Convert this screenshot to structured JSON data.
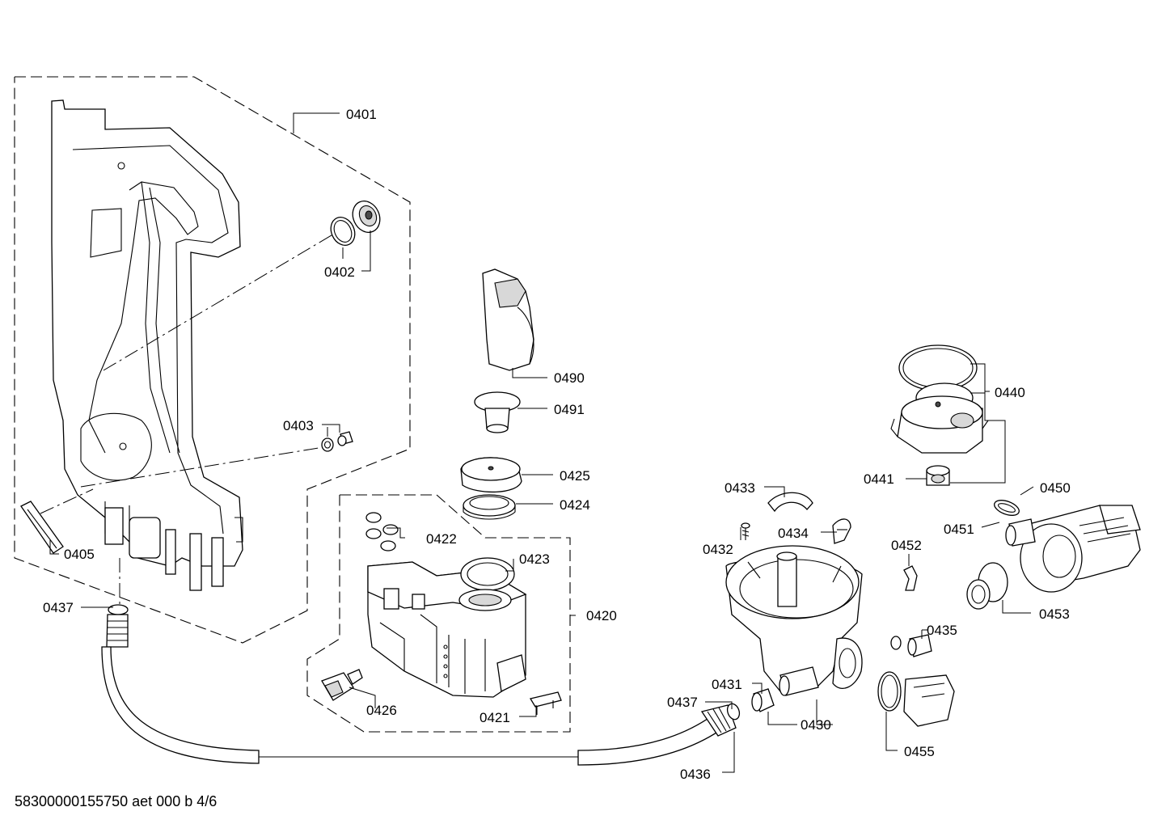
{
  "diagram": {
    "labels": {
      "p0401": "0401",
      "p0402": "0402",
      "p0403": "0403",
      "p0405": "0405",
      "p0437a": "0437",
      "p0490": "0490",
      "p0491": "0491",
      "p0425": "0425",
      "p0424": "0424",
      "p0422": "0422",
      "p0423": "0423",
      "p0420": "0420",
      "p0426": "0426",
      "p0421": "0421",
      "p0433": "0433",
      "p0432": "0432",
      "p0434": "0434",
      "p0440": "0440",
      "p0441": "0441",
      "p0450": "0450",
      "p0451": "0451",
      "p0452": "0452",
      "p0453": "0453",
      "p0435": "0435",
      "p0431": "0431",
      "p0437b": "0437",
      "p0430": "0430",
      "p0436": "0436",
      "p0455": "0455"
    }
  },
  "footer": {
    "reference": "58300000155750 aet 000 b 4/6"
  }
}
